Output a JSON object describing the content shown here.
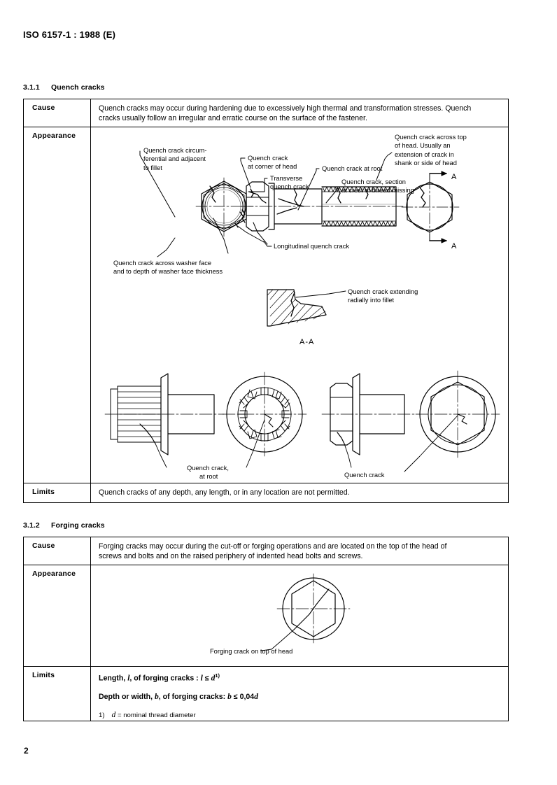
{
  "document": {
    "header": "ISO 6157-1 : 1988 (E)",
    "page_number": "2"
  },
  "sections": [
    {
      "number": "3.1.1",
      "title": "Quench cracks",
      "rows": {
        "cause_label": "Cause",
        "cause_text_line1": "Quench cracks may occur during hardening due to excessively high thermal and transformation stresses. Quench",
        "cause_text_line2": "cracks usually follow an irregular and erratic course on the surface of the fastener.",
        "appearance_label": "Appearance",
        "limits_label": "Limits",
        "limits_text": "Quench cracks of any depth, any length, or in any location are not permitted."
      },
      "annotations": {
        "circumferential": [
          "Quench crack circum-",
          "ferential and adjacent",
          "to fillet"
        ],
        "corner_of_head": [
          "Quench crack",
          "at corner of head"
        ],
        "transverse": [
          "Transverse",
          "quench crack"
        ],
        "at_root": "Quench crack at root",
        "section_at_crest": [
          "Quench crack, section",
          "at crest of thread missing"
        ],
        "across_top_of_head": [
          "Quench crack across top",
          "of head. Usually an",
          "extension of crack in",
          "shank or side of head"
        ],
        "longitudinal": "Longitudinal quench crack",
        "washer_face": [
          "Quench crack across washer face",
          "and to depth of washer face thickness"
        ],
        "radially_into_fillet": [
          "Quench crack extending",
          "radially into fillet"
        ],
        "section_label": "A-A",
        "arrow_label_top": "A",
        "arrow_label_bottom": "A",
        "flange_at_root": [
          "Quench crack,",
          "at root"
        ],
        "flange_plain": "Quench crack"
      }
    },
    {
      "number": "3.1.2",
      "title": "Forging cracks",
      "rows": {
        "cause_label": "Cause",
        "cause_text_line1": "Forging cracks may occur during the cut-off or forging operations and are located on the top of the head of",
        "cause_text_line2": "screws and bolts and on the raised periphery of indented head bolts and screws.",
        "appearance_label": "Appearance",
        "limits_label": "Limits",
        "limits_line1_pre": "Length, ",
        "limits_line1_sym": "l",
        "limits_line1_mid": ", of forging cracks : ",
        "limits_line1_expr_a": "l",
        "limits_line1_le": " ≤ ",
        "limits_line1_expr_b": "d",
        "limits_line1_sup": "1)",
        "limits_line2_pre": "Depth or width, ",
        "limits_line2_sym": "b",
        "limits_line2_mid": ", of forging cracks: ",
        "limits_line2_expr_a": "b",
        "limits_line2_le": " ≤ ",
        "limits_line2_val": "0,04",
        "limits_line2_expr_b": "d",
        "footnote_marker": "1)",
        "footnote_sym": "d",
        "footnote_text": " =  nominal thread diameter"
      },
      "annotations": {
        "forging_crack_top": "Forging crack on top of head"
      }
    }
  ],
  "colors": {
    "ink": "#000000",
    "paper": "#ffffff"
  }
}
